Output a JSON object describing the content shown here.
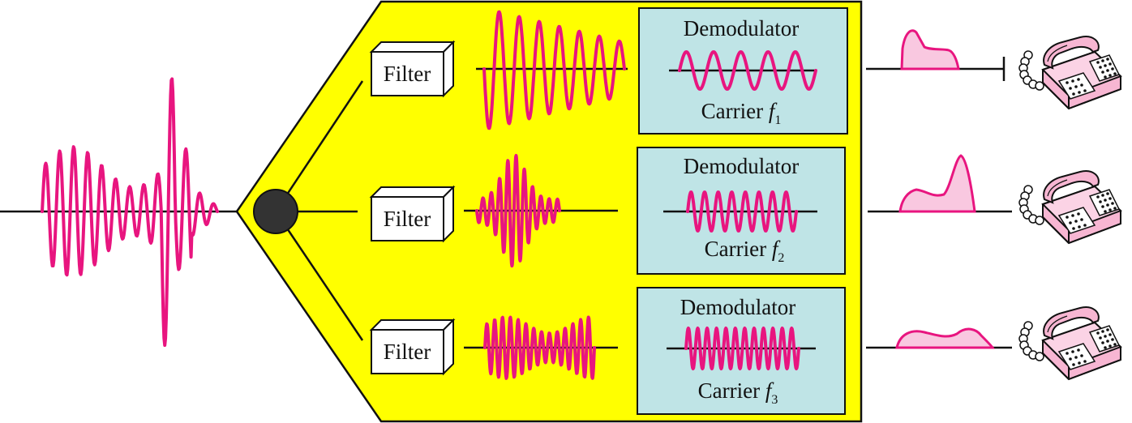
{
  "colors": {
    "background": "#ffffff",
    "demux_panel": "#ffff00",
    "demodulator_box": "#bfe4e6",
    "signal": "#e8157f",
    "pulse_fill": "#f9c8e0",
    "splitter_node": "#333333",
    "phone_body": "#f7b6d2"
  },
  "channels": [
    {
      "filter_label": "Filter",
      "demodulator_label": "Demodulator",
      "carrier_label": "Carrier",
      "carrier_symbol": "f",
      "carrier_subscript": "1",
      "icon": "telephone-icon"
    },
    {
      "filter_label": "Filter",
      "demodulator_label": "Demodulator",
      "carrier_label": "Carrier",
      "carrier_symbol": "f",
      "carrier_subscript": "2",
      "icon": "telephone-icon"
    },
    {
      "filter_label": "Filter",
      "demodulator_label": "Demodulator",
      "carrier_label": "Carrier",
      "carrier_symbol": "f",
      "carrier_subscript": "3",
      "icon": "telephone-icon"
    }
  ]
}
